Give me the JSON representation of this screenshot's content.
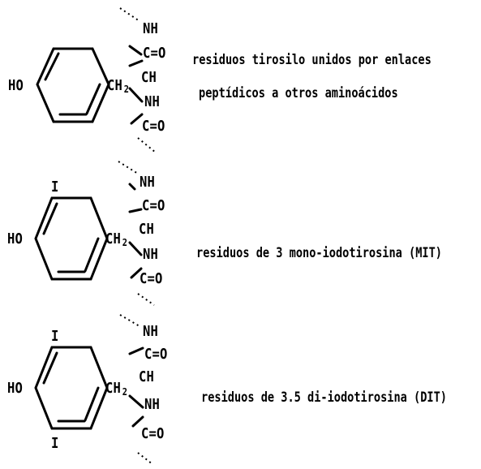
{
  "molecules": [
    {
      "id": "tyrosyl",
      "ring_substituents": {
        "left": "HO",
        "right_main": "CH",
        "right_sub": "2",
        "top": "",
        "bottom": ""
      },
      "backbone": {
        "nh_top": "NH",
        "co_top": "C=O",
        "ch": "CH",
        "nh_bottom": "NH",
        "co_bottom": "C=O"
      },
      "caption": [
        "residuos tirosilo unidos por enlaces",
        "peptídicos a otros aminoácidos"
      ]
    },
    {
      "id": "mit",
      "ring_substituents": {
        "left": "HO",
        "right_main": "CH",
        "right_sub": "2",
        "top": "I",
        "bottom": ""
      },
      "backbone": {
        "nh_top": "NH",
        "co_top": "C=O",
        "ch": "CH",
        "nh_bottom": "NH",
        "co_bottom": "C=O"
      },
      "caption": [
        "residuos de 3 mono-iodotirosina  (MIT)"
      ]
    },
    {
      "id": "dit",
      "ring_substituents": {
        "left": "HO",
        "right_main": "CH",
        "right_sub": "2",
        "top": "I",
        "bottom": "I"
      },
      "backbone": {
        "nh_top": "NH",
        "co_top": "C=O",
        "ch": "CH",
        "nh_bottom": "NH",
        "co_bottom": "C=O"
      },
      "caption": [
        "residuos de 3.5 di-iodotirosina (DIT)"
      ]
    }
  ]
}
